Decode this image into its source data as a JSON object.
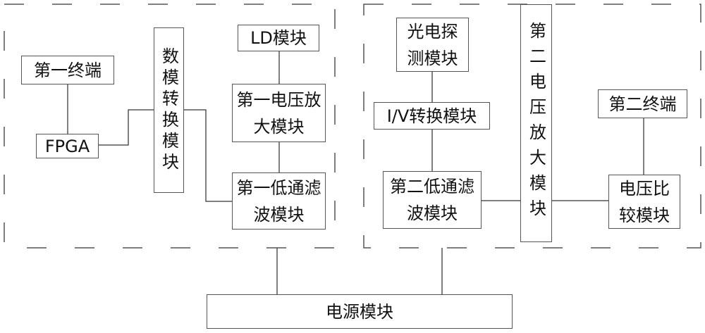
{
  "left_group": {
    "terminal1": "第一终端",
    "fpga": "FPGA",
    "dac": "数模转换模块",
    "ld": "LD模块",
    "amp1": "第一电压放大模块",
    "lpf1": "第一低通滤波模块"
  },
  "right_group": {
    "photodetector": "光电探测模块",
    "iv": "I/V转换模块",
    "lpf2": "第二低通滤波模块",
    "amp2": "第二电压放大模块",
    "terminal2": "第二终端",
    "comparator": "电压比较模块"
  },
  "power": "电源模块"
}
